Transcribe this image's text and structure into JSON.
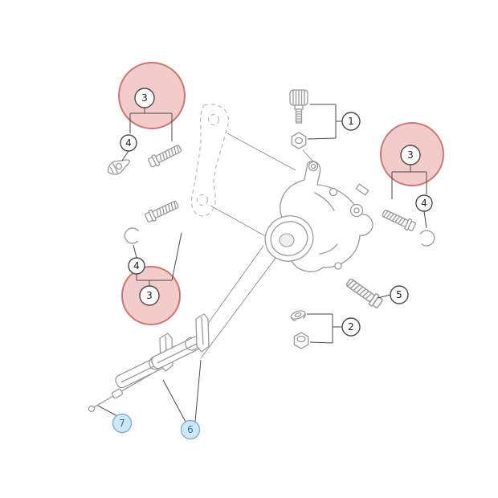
{
  "diagram": {
    "kind": "exploded-parts-diagram",
    "subject": "brake-caliper-assembly",
    "callouts": {
      "c1": "1",
      "c2": "2",
      "c3a": "3",
      "c3b": "3",
      "c3c": "3",
      "c4a": "4",
      "c4b": "4",
      "c4c": "4",
      "c5": "5",
      "c6": "6",
      "c7": "7"
    },
    "colors": {
      "background": "#ffffff",
      "part_line": "#9a9a9a",
      "leader_line": "#4a4a4a",
      "highlight_fill": "#E8A39E",
      "highlight_stroke": "#C25B54",
      "blue_callout_fill": "#CFE7F7",
      "blue_callout_stroke": "#7AB3D6",
      "blue_callout_text": "#2477AD"
    }
  }
}
